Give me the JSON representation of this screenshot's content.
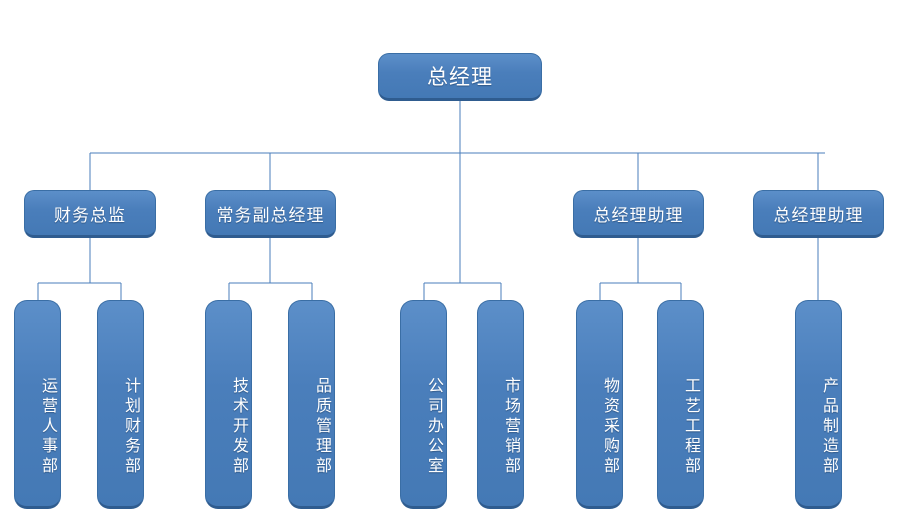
{
  "diagram": {
    "type": "organization-chart",
    "title": "",
    "colors": {
      "node_fill": "#4a7ebb",
      "node_fill_top": "#5c8fc9",
      "node_border": "#3a6ea5",
      "node_border_bottom": "#2f5c8f",
      "node_text": "#ffffff",
      "connector": "#4a7ebb",
      "background": "#ffffff"
    },
    "levels": [
      {
        "level": 1,
        "nodes": [
          {
            "id": "gm",
            "label": "总经理"
          }
        ]
      },
      {
        "level": 2,
        "nodes": [
          {
            "id": "cfo",
            "label": "财务总监"
          },
          {
            "id": "evp",
            "label": "常务副总经理"
          },
          {
            "id": "asst1",
            "label": "总经理助理"
          },
          {
            "id": "asst2",
            "label": "总经理助理"
          }
        ]
      },
      {
        "level": 3,
        "nodes": [
          {
            "id": "dept1",
            "label": "运营人事部",
            "parent": "cfo"
          },
          {
            "id": "dept2",
            "label": "计划财务部",
            "parent": "cfo"
          },
          {
            "id": "dept3",
            "label": "技术开发部",
            "parent": "evp"
          },
          {
            "id": "dept4",
            "label": "品质管理部",
            "parent": "evp"
          },
          {
            "id": "dept5",
            "label": "公司办公室",
            "parent": "gm"
          },
          {
            "id": "dept6",
            "label": "市场营销部",
            "parent": "gm"
          },
          {
            "id": "dept7",
            "label": "物资采购部",
            "parent": "asst1"
          },
          {
            "id": "dept8",
            "label": "工艺工程部",
            "parent": "asst1"
          },
          {
            "id": "dept9",
            "label": "产品制造部",
            "parent": "asst2"
          }
        ]
      }
    ]
  }
}
